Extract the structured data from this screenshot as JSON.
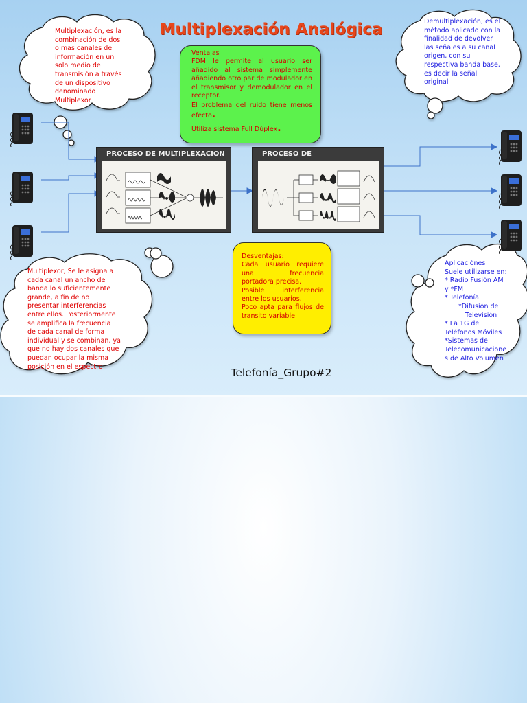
{
  "title": "Multiplexación Analógica",
  "clouds": {
    "multiplexacion": [
      "Multiplexación, es la",
      "combinación de dos",
      "o mas canales de",
      "información en un",
      "solo medio de",
      "transmisión a través",
      "de un dispositivo",
      "denominado",
      "Multiplexor"
    ],
    "demultiplexacion": [
      "Demultiplexación, es el",
      "método aplicado con la",
      "finalidad de devolver",
      "las señales a su canal",
      "origen, con su",
      "respectiva banda base,",
      "es decir la señal",
      "original"
    ],
    "multiplexor": [
      "Multiplexor, Se le asigna a",
      "cada canal un ancho de",
      "banda lo suficientemente",
      "grande, a fin de no",
      "presentar interferencias",
      "entre ellos. Posteriormente",
      "se amplifica la frecuencia",
      "de cada canal de forma",
      "individual y se combinan, ya",
      "que no hay dos canales que",
      "puedan ocupar la misma",
      "posición en el espectro"
    ],
    "aplicaciones": [
      "Aplicaciónes",
      "Suele utilizarse en:",
      "* Radio Fusión AM",
      "y *FM",
      "* Telefonía",
      "*Difusión de",
      "Televisión",
      "* La 1G de",
      "Teléfonos Móviles",
      "*Sistemas de",
      "Telecomunicacione",
      "s de Alto Volumen"
    ]
  },
  "ventajas": {
    "heading": "Ventajas",
    "body": "FDM le permite al usuario ser añadido al sistema simplemente añadiendo otro par de modulador en el transmisor y demodulador en el receptor.",
    "line2": "El problema del ruido tiene menos efecto",
    "line3": "Utiliza sistema Full Dúplex",
    "dot": "."
  },
  "desventajas": {
    "heading": "Desventajas:",
    "line1": "Cada usuario requiere una frecuencia portadora precisa.",
    "line2": "Posible interferencia entre los usuarios.",
    "line3": "Poco apta para flujos de transito variable."
  },
  "diagrams": {
    "mux_label": "PROCESO DE MULTIPLEXACION",
    "demux_label": "PROCESO DE DEMULTIPLEXACION"
  },
  "caption": "Telefonía_Grupo#2",
  "colors": {
    "title": "#e8461a",
    "red_text": "#e00000",
    "blue_text": "#1d1de0",
    "ventajas_bg": "#5cf24c",
    "desventajas_bg": "#ffee00",
    "connector": "#3d72c9"
  }
}
